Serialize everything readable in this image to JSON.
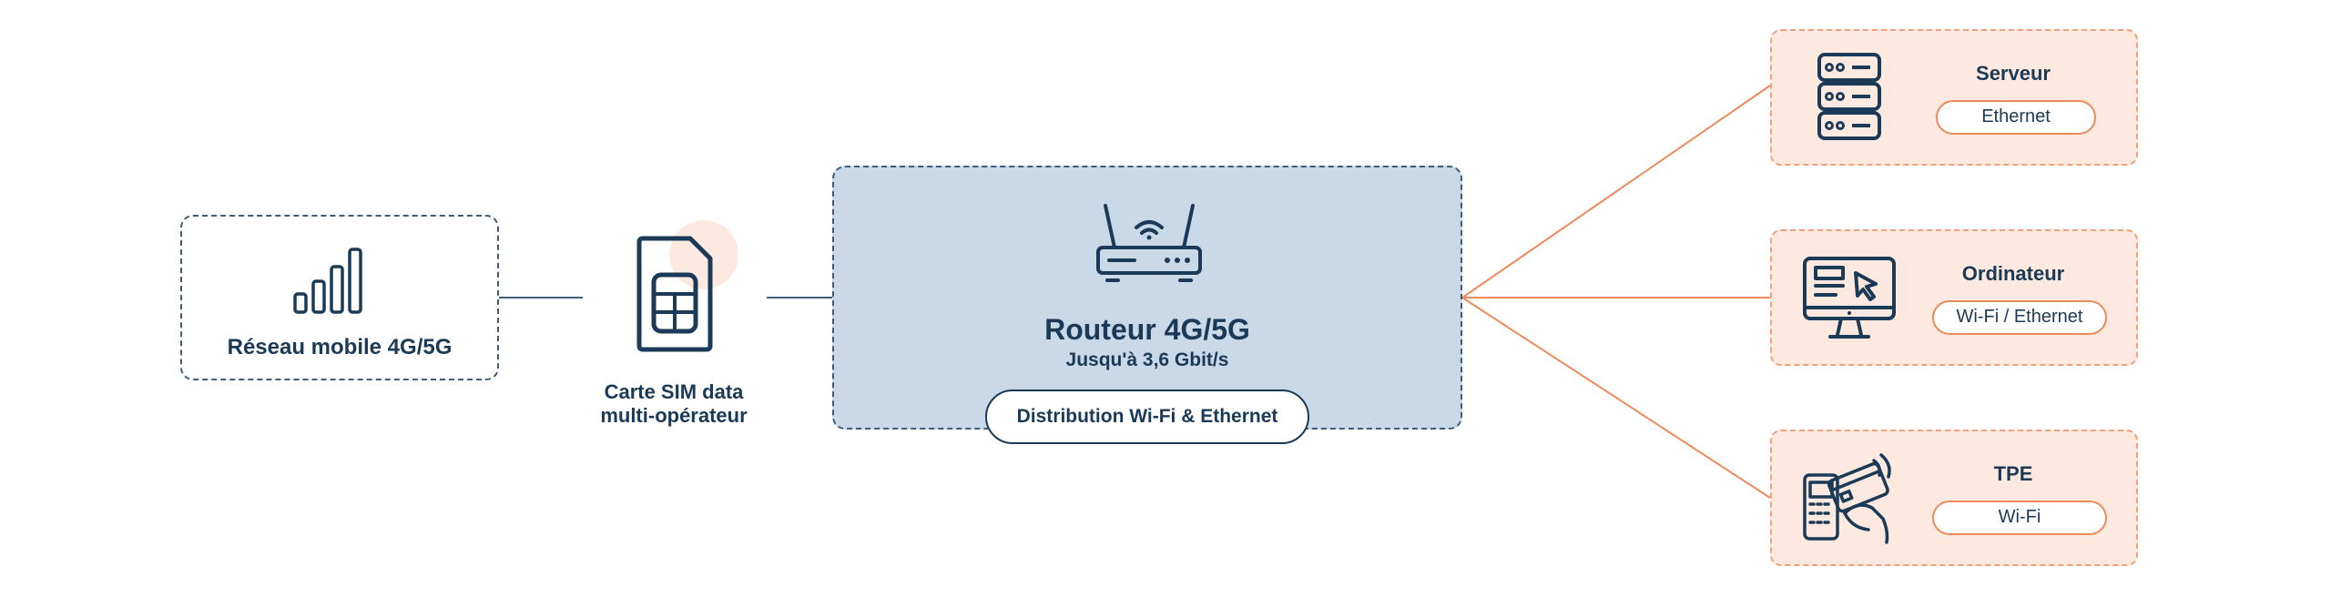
{
  "colors": {
    "navy": "#1b3a57",
    "router_bg": "#c9d9e8",
    "device_bg": "#fde9df",
    "accent_orange": "#ec8a5c"
  },
  "network": {
    "label": "Réseau mobile 4G/5G",
    "icon": "signal-bars-icon"
  },
  "sim": {
    "label_line1": "Carte SIM data",
    "label_line2": "multi-opérateur",
    "icon": "sim-card-icon"
  },
  "router": {
    "title": "Routeur 4G/5G",
    "subtitle": "Jusqu'à 3,6 Gbit/s",
    "distribution": "Distribution Wi-Fi & Ethernet",
    "icon": "router-icon"
  },
  "devices": [
    {
      "name": "Serveur",
      "connection": "Ethernet",
      "icon": "server-icon"
    },
    {
      "name": "Ordinateur",
      "connection": "Wi-Fi / Ethernet",
      "icon": "computer-icon"
    },
    {
      "name": "TPE",
      "connection": "Wi-Fi",
      "icon": "payment-terminal-icon"
    }
  ]
}
